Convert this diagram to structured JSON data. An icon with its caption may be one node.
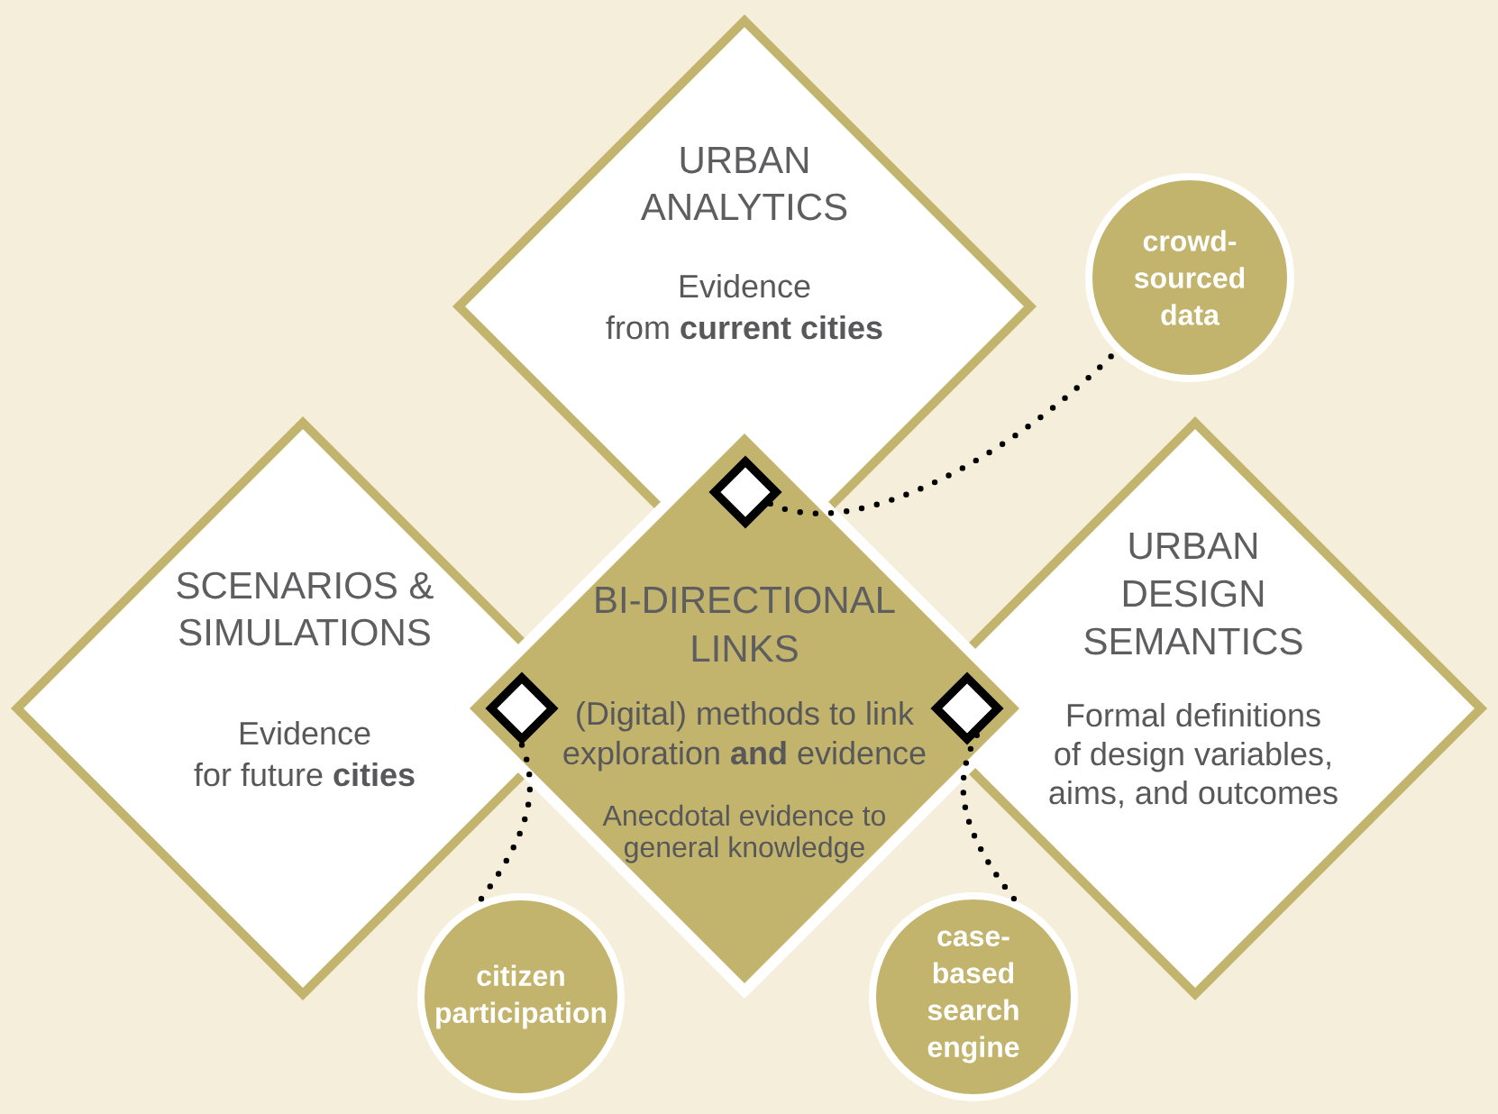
{
  "diagram": {
    "nodes": [
      {
        "text": [
          "URBAN ANALYTICS",
          "Evidence from **current cities**"
        ]
      },
      {
        "text": [
          "crowd-sourced data"
        ]
      },
      {
        "text": [
          "SCENARIOS & SIMULATIONS",
          "Evidence for future **cities**"
        ]
      },
      {
        "text": [
          "BI-DIRECTIONAL LINKS",
          "(Digital) methods to link exploration **and** evidence",
          "Anecdotal evidence to general knowledge"
        ]
      },
      {
        "text": [],
        "shape": "diamond",
        "in": 3
      },
      {
        "text": [],
        "shape": "diamond",
        "in": 3
      },
      {
        "text": [],
        "shape": "diamond",
        "in": 3
      },
      {
        "text": [
          "URBAN DESIGN SEMANTICS",
          "Formal definitions of design variables, aims, and outcomes"
        ]
      },
      {
        "text": [
          "citizen participation"
        ]
      },
      {
        "text": [
          "case-based search engine"
        ]
      }
    ],
    "edges": [
      {
        "from": 4,
        "to": 1,
        "arrow": "none"
      },
      {
        "from": 5,
        "to": 8,
        "arrow": "none"
      },
      {
        "from": 6,
        "to": 9,
        "arrow": "none"
      }
    ]
  }
}
